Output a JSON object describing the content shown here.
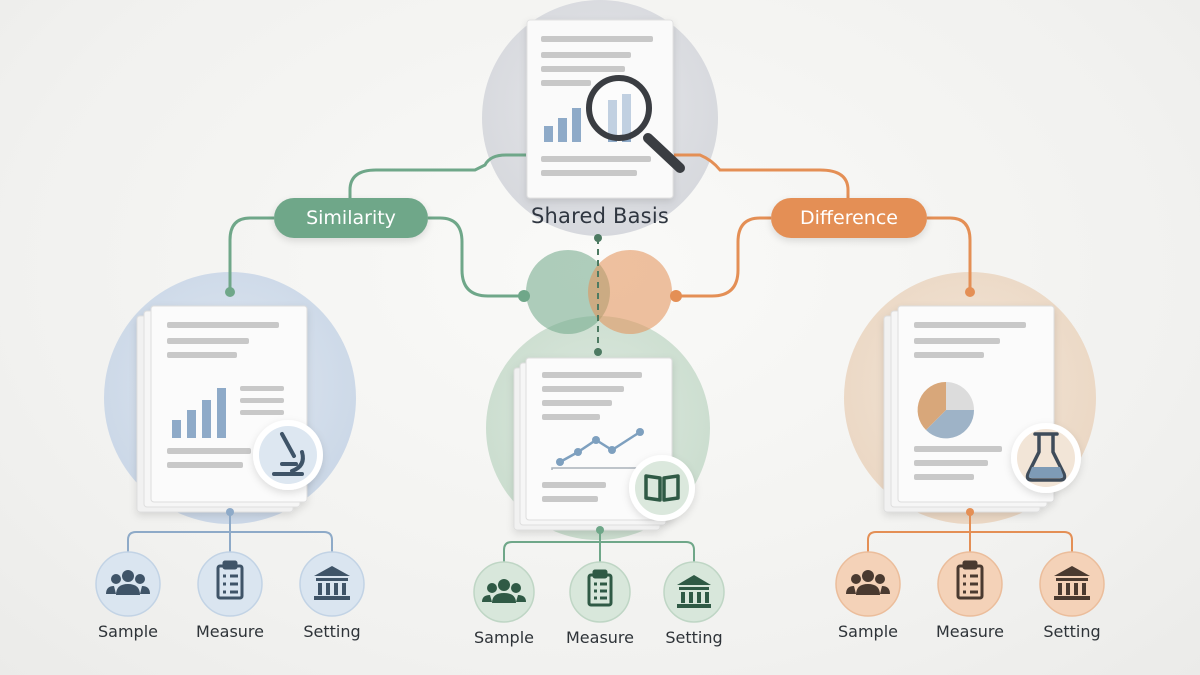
{
  "labels": {
    "similarity": "Similarity",
    "difference": "Difference",
    "shared_basis": "Shared Basis"
  },
  "branches": {
    "left": {
      "side_icon": "microscope-icon",
      "chart": "bar-chart",
      "nodes": [
        {
          "label": "Sample",
          "icon": "people-icon"
        },
        {
          "label": "Measure",
          "icon": "clipboard-icon"
        },
        {
          "label": "Setting",
          "icon": "institution-icon"
        }
      ]
    },
    "center": {
      "side_icon": "open-book-icon",
      "chart": "line-chart",
      "nodes": [
        {
          "label": "Sample",
          "icon": "people-icon"
        },
        {
          "label": "Measure",
          "icon": "clipboard-icon"
        },
        {
          "label": "Setting",
          "icon": "institution-icon"
        }
      ]
    },
    "right": {
      "side_icon": "flask-icon",
      "chart": "pie-chart",
      "nodes": [
        {
          "label": "Sample",
          "icon": "people-icon"
        },
        {
          "label": "Measure",
          "icon": "clipboard-icon"
        },
        {
          "label": "Setting",
          "icon": "institution-icon"
        }
      ]
    }
  },
  "colors": {
    "green": "#6fa789",
    "orange": "#e48f55",
    "blue": "#8eaac8",
    "text": "#2f3640"
  }
}
